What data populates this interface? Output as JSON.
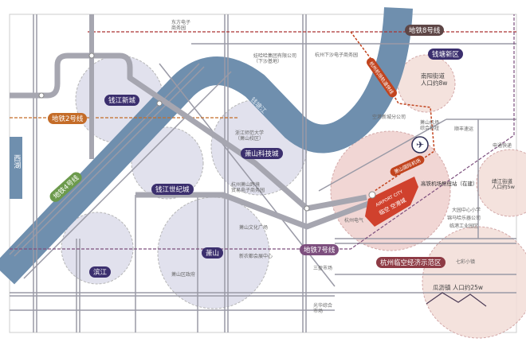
{
  "colors": {
    "river": "#6f8fae",
    "road": "#9a9aa6",
    "metro": "#a6a6b0",
    "district_label": "#3b2f6e",
    "pink_zone": "#f0d3cf",
    "lavender_zone": "#dcdcea",
    "airport_red": "#d0412d",
    "line8": "#5e4646",
    "line2": "#c46c28",
    "line4": "#6c9a4c",
    "line7": "#7d4f7e",
    "airport_line": "#c2441e"
  },
  "metro_lines": {
    "line8": "地铁8号线",
    "line2": "地铁2号线",
    "line4": "地铁4号线",
    "line7": "地铁7号线",
    "airport_express": "杭州机场轨道快线"
  },
  "districts": {
    "qianjiang_new_city": "钱江新城",
    "qiantang_new_area": "钱塘新区",
    "west_lake": "西湖",
    "qianjiang_century_city": "钱江世纪城",
    "xiaoshan_tech_city": "萧山科技城",
    "xiaoshan": "萧山",
    "binjiang": "滨江",
    "airport_zone": "杭州临空经济示范区",
    "river": "钱塘江"
  },
  "towns": {
    "nanyang": "南阳街道\n人口约8w",
    "jingjiang": "靖江街道\n人口约5w",
    "guali": "瓜沥镇 人口约25w"
  },
  "airport": {
    "airport_city_en": "AIRPORT CITY",
    "airport_city_cn": "临空 空港城",
    "airport_name": "萧山国际机场",
    "hub": "萧山机场\n综合枢纽",
    "hsr_station": "高铁机场枢纽站（在建）"
  },
  "pois": {
    "dongfang": "东方电子\n商务园",
    "xiasha_ecom": "杭州下沙电子商务园",
    "group_co": "娃哈哈集团有限公司\n（下沙基地）",
    "zhejiang_normal": "浙江师范大学\n（萧山校区）",
    "cross_border": "杭州萧山跨境\n贸易电子商务园",
    "culture_square": "萧山文化广场",
    "xinnong": "新农都会展中心",
    "gov": "萧山区政府",
    "konggang_branch": "空港新城分公司",
    "shunfeng": "顺丰速运",
    "dayuan_school": "大园中心小学",
    "jinma": "锦马哈乐器公司",
    "lingang_park": "临港工业园区",
    "qicai": "七彩小镇",
    "sanying": "三盈市场",
    "guanghua": "光华综合\n市场",
    "cailing": "杭州电气",
    "haoyun": "申通快递"
  }
}
